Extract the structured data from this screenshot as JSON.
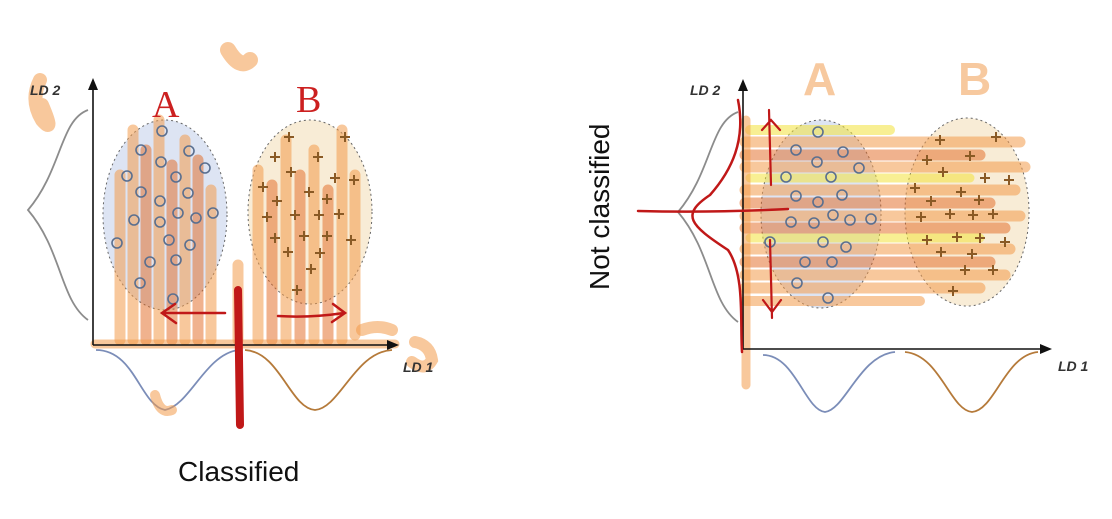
{
  "left": {
    "y_axis_label": "LD 2",
    "x_axis_label": "LD 1",
    "class_a_label": "A",
    "class_b_label": "B",
    "caption": "Classified"
  },
  "right": {
    "y_axis_label": "LD 2",
    "x_axis_label": "LD 1",
    "class_a_label": "A",
    "class_b_label": "B",
    "caption": "Not classified"
  },
  "colors": {
    "class_a_fill": "#dde4f3",
    "class_b_fill": "#f8ecd6",
    "class_a_marker": "#5a6f8f",
    "class_b_marker": "#8a5a25",
    "highlight_orange": "#f39a4a",
    "ink_red": "#c01818",
    "curve_grey": "#8c8c8c",
    "curve_blue": "#7b8db8",
    "curve_brown": "#b57a3a"
  },
  "icons": {
    "class_a_marker": "circle-marker-icon",
    "class_b_marker": "plus-marker-icon"
  }
}
